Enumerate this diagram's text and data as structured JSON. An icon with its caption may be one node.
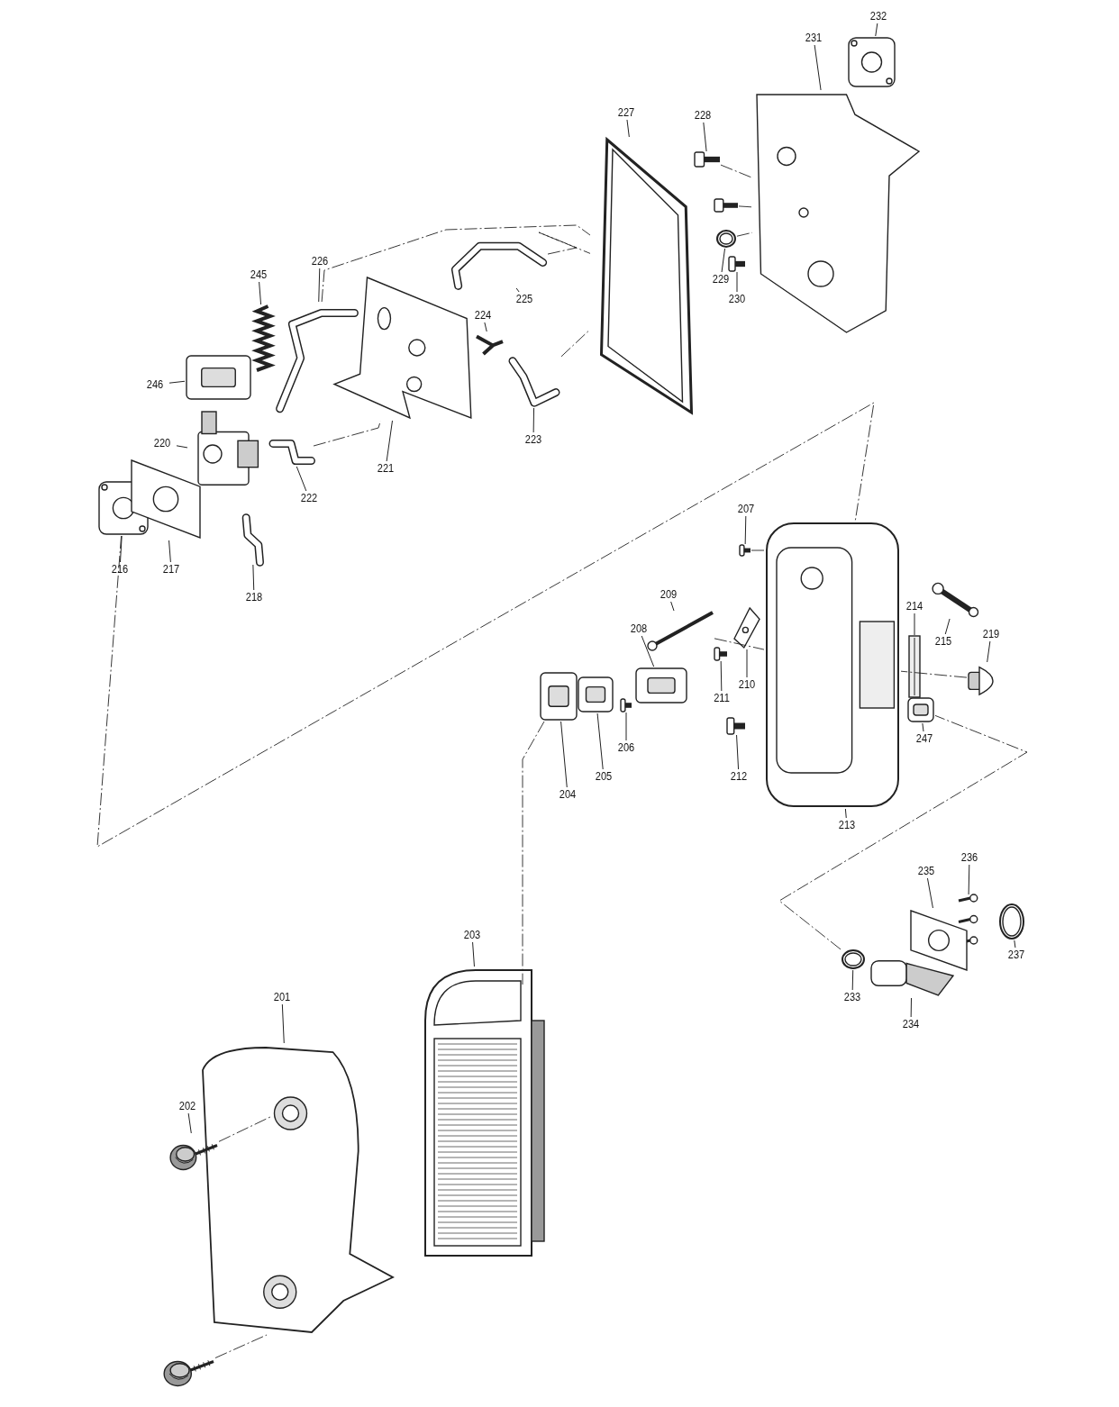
{
  "diagram": {
    "nodes": [
      {
        "text": [
          "232"
        ]
      },
      {
        "text": [],
        "shape": "picture"
      },
      {
        "text": [
          "231"
        ]
      },
      {
        "text": [],
        "shape": "picture"
      },
      {
        "text": [
          "227"
        ]
      },
      {
        "text": [],
        "shape": "picture"
      },
      {
        "text": [
          "228"
        ]
      },
      {
        "text": [],
        "shape": "picture"
      },
      {
        "text": [
          "226"
        ]
      },
      {
        "text": [],
        "shape": "picture"
      },
      {
        "text": [
          "245"
        ]
      },
      {
        "text": [],
        "shape": "picture"
      },
      {
        "text": [
          "225"
        ]
      },
      {
        "text": [],
        "shape": "picture"
      },
      {
        "text": [
          "224"
        ]
      },
      {
        "text": [],
        "shape": "picture"
      },
      {
        "text": [
          "229"
        ]
      },
      {
        "text": [],
        "shape": "picture"
      },
      {
        "text": [
          "230"
        ]
      },
      {
        "text": [],
        "shape": "picture"
      },
      {
        "text": [
          "246"
        ]
      },
      {
        "text": [],
        "shape": "picture"
      },
      {
        "text": [
          "220"
        ]
      },
      {
        "text": [],
        "shape": "picture"
      },
      {
        "text": [
          "223"
        ]
      },
      {
        "text": [],
        "shape": "picture"
      },
      {
        "text": [
          "221"
        ]
      },
      {
        "text": [],
        "shape": "picture"
      },
      {
        "text": [
          "222"
        ]
      },
      {
        "text": [],
        "shape": "picture"
      },
      {
        "text": [
          "216"
        ]
      },
      {
        "text": [],
        "shape": "picture"
      },
      {
        "text": [
          "217"
        ]
      },
      {
        "text": [],
        "shape": "picture"
      },
      {
        "text": [
          "218"
        ]
      },
      {
        "text": [],
        "shape": "picture"
      },
      {
        "text": [
          "207"
        ]
      },
      {
        "text": [],
        "shape": "picture"
      },
      {
        "text": [
          "209"
        ]
      },
      {
        "text": [],
        "shape": "picture"
      },
      {
        "text": [
          "214"
        ]
      },
      {
        "text": [],
        "shape": "bar"
      },
      {
        "text": [
          "208"
        ]
      },
      {
        "text": [],
        "shape": "picture"
      },
      {
        "text": [
          "219"
        ]
      },
      {
        "text": [],
        "shape": "picture"
      },
      {
        "text": [
          "215"
        ]
      },
      {
        "text": [],
        "shape": "picture"
      },
      {
        "text": [
          "210"
        ]
      },
      {
        "text": [],
        "shape": "picture"
      },
      {
        "text": [
          "211"
        ]
      },
      {
        "text": [],
        "shape": "picture"
      },
      {
        "text": [
          "247"
        ]
      },
      {
        "text": [],
        "shape": "picture"
      },
      {
        "text": [
          "206"
        ]
      },
      {
        "text": [],
        "shape": "picture"
      },
      {
        "text": [
          "205"
        ]
      },
      {
        "text": [],
        "shape": "picture"
      },
      {
        "text": [
          "204"
        ]
      },
      {
        "text": [],
        "shape": "picture"
      },
      {
        "text": [
          "212"
        ]
      },
      {
        "text": [],
        "shape": "picture"
      },
      {
        "text": [
          "213"
        ]
      },
      {
        "text": [],
        "shape": "picture"
      },
      {
        "text": [
          "236"
        ]
      },
      {
        "text": [],
        "shape": "picture"
      },
      {
        "text": [
          "235"
        ]
      },
      {
        "text": [],
        "shape": "picture"
      },
      {
        "text": [
          "237"
        ]
      },
      {
        "text": [],
        "shape": "picture"
      },
      {
        "text": [
          "233"
        ]
      },
      {
        "text": [],
        "shape": "picture"
      },
      {
        "text": [
          "234"
        ]
      },
      {
        "text": [],
        "shape": "picture"
      },
      {
        "text": [
          "203"
        ]
      },
      {
        "text": [],
        "shape": "picture"
      },
      {
        "text": [
          "201"
        ]
      },
      {
        "text": [],
        "shape": "picture"
      },
      {
        "text": [
          "202"
        ]
      },
      {
        "text": [],
        "shape": "picture"
      },
      {
        "text": [],
        "shape": "picture"
      },
      {
        "text": [],
        "shape": "picture"
      }
    ],
    "edges": [
      {
        "from": 0,
        "to": 1,
        "arrow": "none"
      },
      {
        "from": 2,
        "to": 3,
        "arrow": "none"
      },
      {
        "from": 4,
        "to": 5,
        "arrow": "none"
      },
      {
        "from": 6,
        "to": 7,
        "arrow": "none"
      },
      {
        "from": 8,
        "to": 9,
        "arrow": "none"
      },
      {
        "from": 10,
        "to": 11,
        "arrow": "none"
      },
      {
        "from": 12,
        "to": 13,
        "arrow": "none"
      },
      {
        "from": 14,
        "to": 15,
        "arrow": "none"
      },
      {
        "from": 16,
        "to": 17,
        "arrow": "none"
      },
      {
        "from": 18,
        "to": 19,
        "arrow": "none"
      },
      {
        "from": 20,
        "to": 21,
        "arrow": "none"
      },
      {
        "from": 22,
        "to": 23,
        "arrow": "none"
      },
      {
        "from": 24,
        "to": 25,
        "arrow": "none"
      },
      {
        "from": 26,
        "to": 27,
        "arrow": "none"
      },
      {
        "from": 28,
        "to": 29,
        "arrow": "none"
      },
      {
        "from": 30,
        "to": 31,
        "arrow": "none"
      },
      {
        "from": 32,
        "to": 33,
        "arrow": "none"
      },
      {
        "from": 34,
        "to": 35,
        "arrow": "none"
      },
      {
        "from": 36,
        "to": 37,
        "arrow": "none"
      },
      {
        "from": 38,
        "to": 39,
        "arrow": "none"
      },
      {
        "from": 40,
        "to": 41,
        "arrow": "none"
      },
      {
        "from": 42,
        "to": 43,
        "arrow": "none"
      },
      {
        "from": 44,
        "to": 45,
        "arrow": "none"
      },
      {
        "from": 46,
        "to": 47,
        "arrow": "none"
      },
      {
        "from": 48,
        "to": 49,
        "arrow": "none"
      },
      {
        "from": 50,
        "to": 51,
        "arrow": "none"
      },
      {
        "from": 52,
        "to": 53,
        "arrow": "none"
      },
      {
        "from": 54,
        "to": 55,
        "arrow": "none"
      },
      {
        "from": 56,
        "to": 57,
        "arrow": "none"
      },
      {
        "from": 58,
        "to": 59,
        "arrow": "none"
      },
      {
        "from": 60,
        "to": 61,
        "arrow": "none"
      },
      {
        "from": 62,
        "to": 63,
        "arrow": "none"
      },
      {
        "from": 64,
        "to": 65,
        "arrow": "none"
      },
      {
        "from": 66,
        "to": 67,
        "arrow": "none"
      },
      {
        "from": 68,
        "to": 69,
        "arrow": "none"
      },
      {
        "from": 70,
        "to": 71,
        "arrow": "none"
      },
      {
        "from": 72,
        "to": 73,
        "arrow": "none"
      },
      {
        "from": 74,
        "to": 75,
        "arrow": "none"
      },
      {
        "from": 76,
        "to": 77,
        "arrow": "none"
      },
      {
        "from": 78,
        "to": 79,
        "arrow": "none"
      },
      {
        "from": 31,
        "to": 63,
        "arrow": "none",
        "style": "dashed"
      },
      {
        "from": 59,
        "to": 75,
        "arrow": "none",
        "style": "dashed"
      },
      {
        "from": 71,
        "to": 53,
        "arrow": "none",
        "style": "dashed"
      },
      {
        "from": 9,
        "to": 5,
        "arrow": "none",
        "style": "dashed"
      },
      {
        "from": 13,
        "to": 5,
        "arrow": "none",
        "style": "dashed"
      },
      {
        "from": 25,
        "to": 5,
        "arrow": "none",
        "style": "dashed"
      },
      {
        "from": 7,
        "to": 3,
        "arrow": "none",
        "style": "dashed"
      },
      {
        "from": 81,
        "to": 3,
        "arrow": "none",
        "style": "dashed"
      },
      {
        "from": 17,
        "to": 3,
        "arrow": "none",
        "style": "dashed"
      },
      {
        "from": 29,
        "to": 27,
        "arrow": "none",
        "style": "dashed"
      },
      {
        "from": 39,
        "to": 63,
        "arrow": "none",
        "style": "dashed"
      },
      {
        "from": 45,
        "to": 63,
        "arrow": "none",
        "style": "dashed"
      },
      {
        "from": 37,
        "to": 63,
        "arrow": "none",
        "style": "dashed"
      },
      {
        "from": 80,
        "to": 77,
        "arrow": "none",
        "style": "dashed"
      },
      {
        "from": 79,
        "to": 77,
        "arrow": "none",
        "style": "dashed"
      }
    ]
  }
}
